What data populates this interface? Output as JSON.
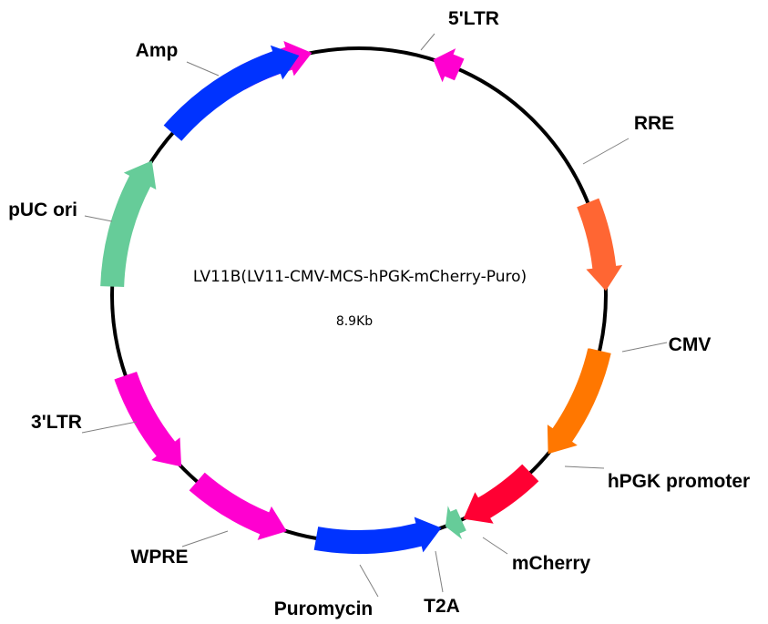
{
  "plasmid": {
    "name": "LV11B(LV11-CMV-MCS-hPGK-mCherry-Puro)",
    "size": "8.9Kb"
  },
  "features": [
    {
      "id": "5-ltr",
      "label": "5'LTR",
      "color": "#FF00D0",
      "start_deg": -29,
      "end_deg": -11,
      "direction": "cw"
    },
    {
      "id": "rre",
      "label": "RRE",
      "color": "#FF00D0",
      "start_deg": 17.5,
      "end_deg": 24,
      "direction": "ccw"
    },
    {
      "id": "cmv",
      "label": "CMV",
      "color": "#FF6633",
      "start_deg": 68,
      "end_deg": 89,
      "direction": "cw"
    },
    {
      "id": "hpgk-promoter",
      "label": "hPGK promoter",
      "color": "#FF7700",
      "start_deg": 103,
      "end_deg": 130,
      "direction": "cw"
    },
    {
      "id": "mcherry",
      "label": "mCherry",
      "color": "#FF0033",
      "start_deg": 136,
      "end_deg": 155,
      "direction": "cw"
    },
    {
      "id": "t2a",
      "label": "T2A",
      "color": "#66CC99",
      "start_deg": 155.5,
      "end_deg": 159.5,
      "direction": "cw"
    },
    {
      "id": "puromycin",
      "label": "Puromycin",
      "color": "#0033FF",
      "start_deg": 160.5,
      "end_deg": 190,
      "direction": "ccw"
    },
    {
      "id": "wpre",
      "label": "WPRE",
      "color": "#FF00D0",
      "start_deg": 197,
      "end_deg": 221,
      "direction": "ccw"
    },
    {
      "id": "3-ltr",
      "label": "3'LTR",
      "color": "#FF00D0",
      "start_deg": 226,
      "end_deg": 251,
      "direction": "ccw"
    },
    {
      "id": "puc-ori",
      "label": "pUC ori",
      "color": "#66CC99",
      "start_deg": 272,
      "end_deg": 303,
      "direction": "cw"
    },
    {
      "id": "amp",
      "label": "Amp",
      "color": "#0033FF",
      "start_deg": 311,
      "end_deg": 346,
      "direction": "cw"
    }
  ]
}
